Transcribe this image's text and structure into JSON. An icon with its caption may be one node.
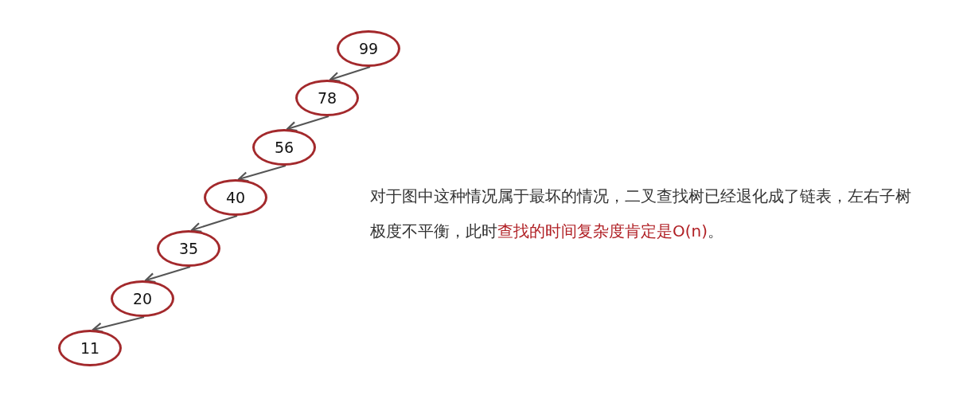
{
  "diagram": {
    "nodes": [
      {
        "text": [
          "99"
        ]
      },
      {
        "text": [
          "78"
        ]
      },
      {
        "text": [
          "56"
        ]
      },
      {
        "text": [
          "40"
        ]
      },
      {
        "text": [
          "35"
        ]
      },
      {
        "text": [
          "20"
        ]
      },
      {
        "text": [
          "11"
        ]
      }
    ],
    "edges": [
      {
        "from": 0,
        "to": 1,
        "arrow": "to"
      },
      {
        "from": 1,
        "to": 2,
        "arrow": "to"
      },
      {
        "from": 2,
        "to": 3,
        "arrow": "to"
      },
      {
        "from": 3,
        "to": 4,
        "arrow": "to"
      },
      {
        "from": 4,
        "to": 5,
        "arrow": "to"
      },
      {
        "from": 5,
        "to": 6,
        "arrow": "to"
      }
    ],
    "labels": [
      "对于图中这种情况属于最坏的情况，二叉查找树已经退化成了链表，左右子树极度不平衡，此时**查找的时间复杂度肯定是O(n)**。"
    ]
  }
}
